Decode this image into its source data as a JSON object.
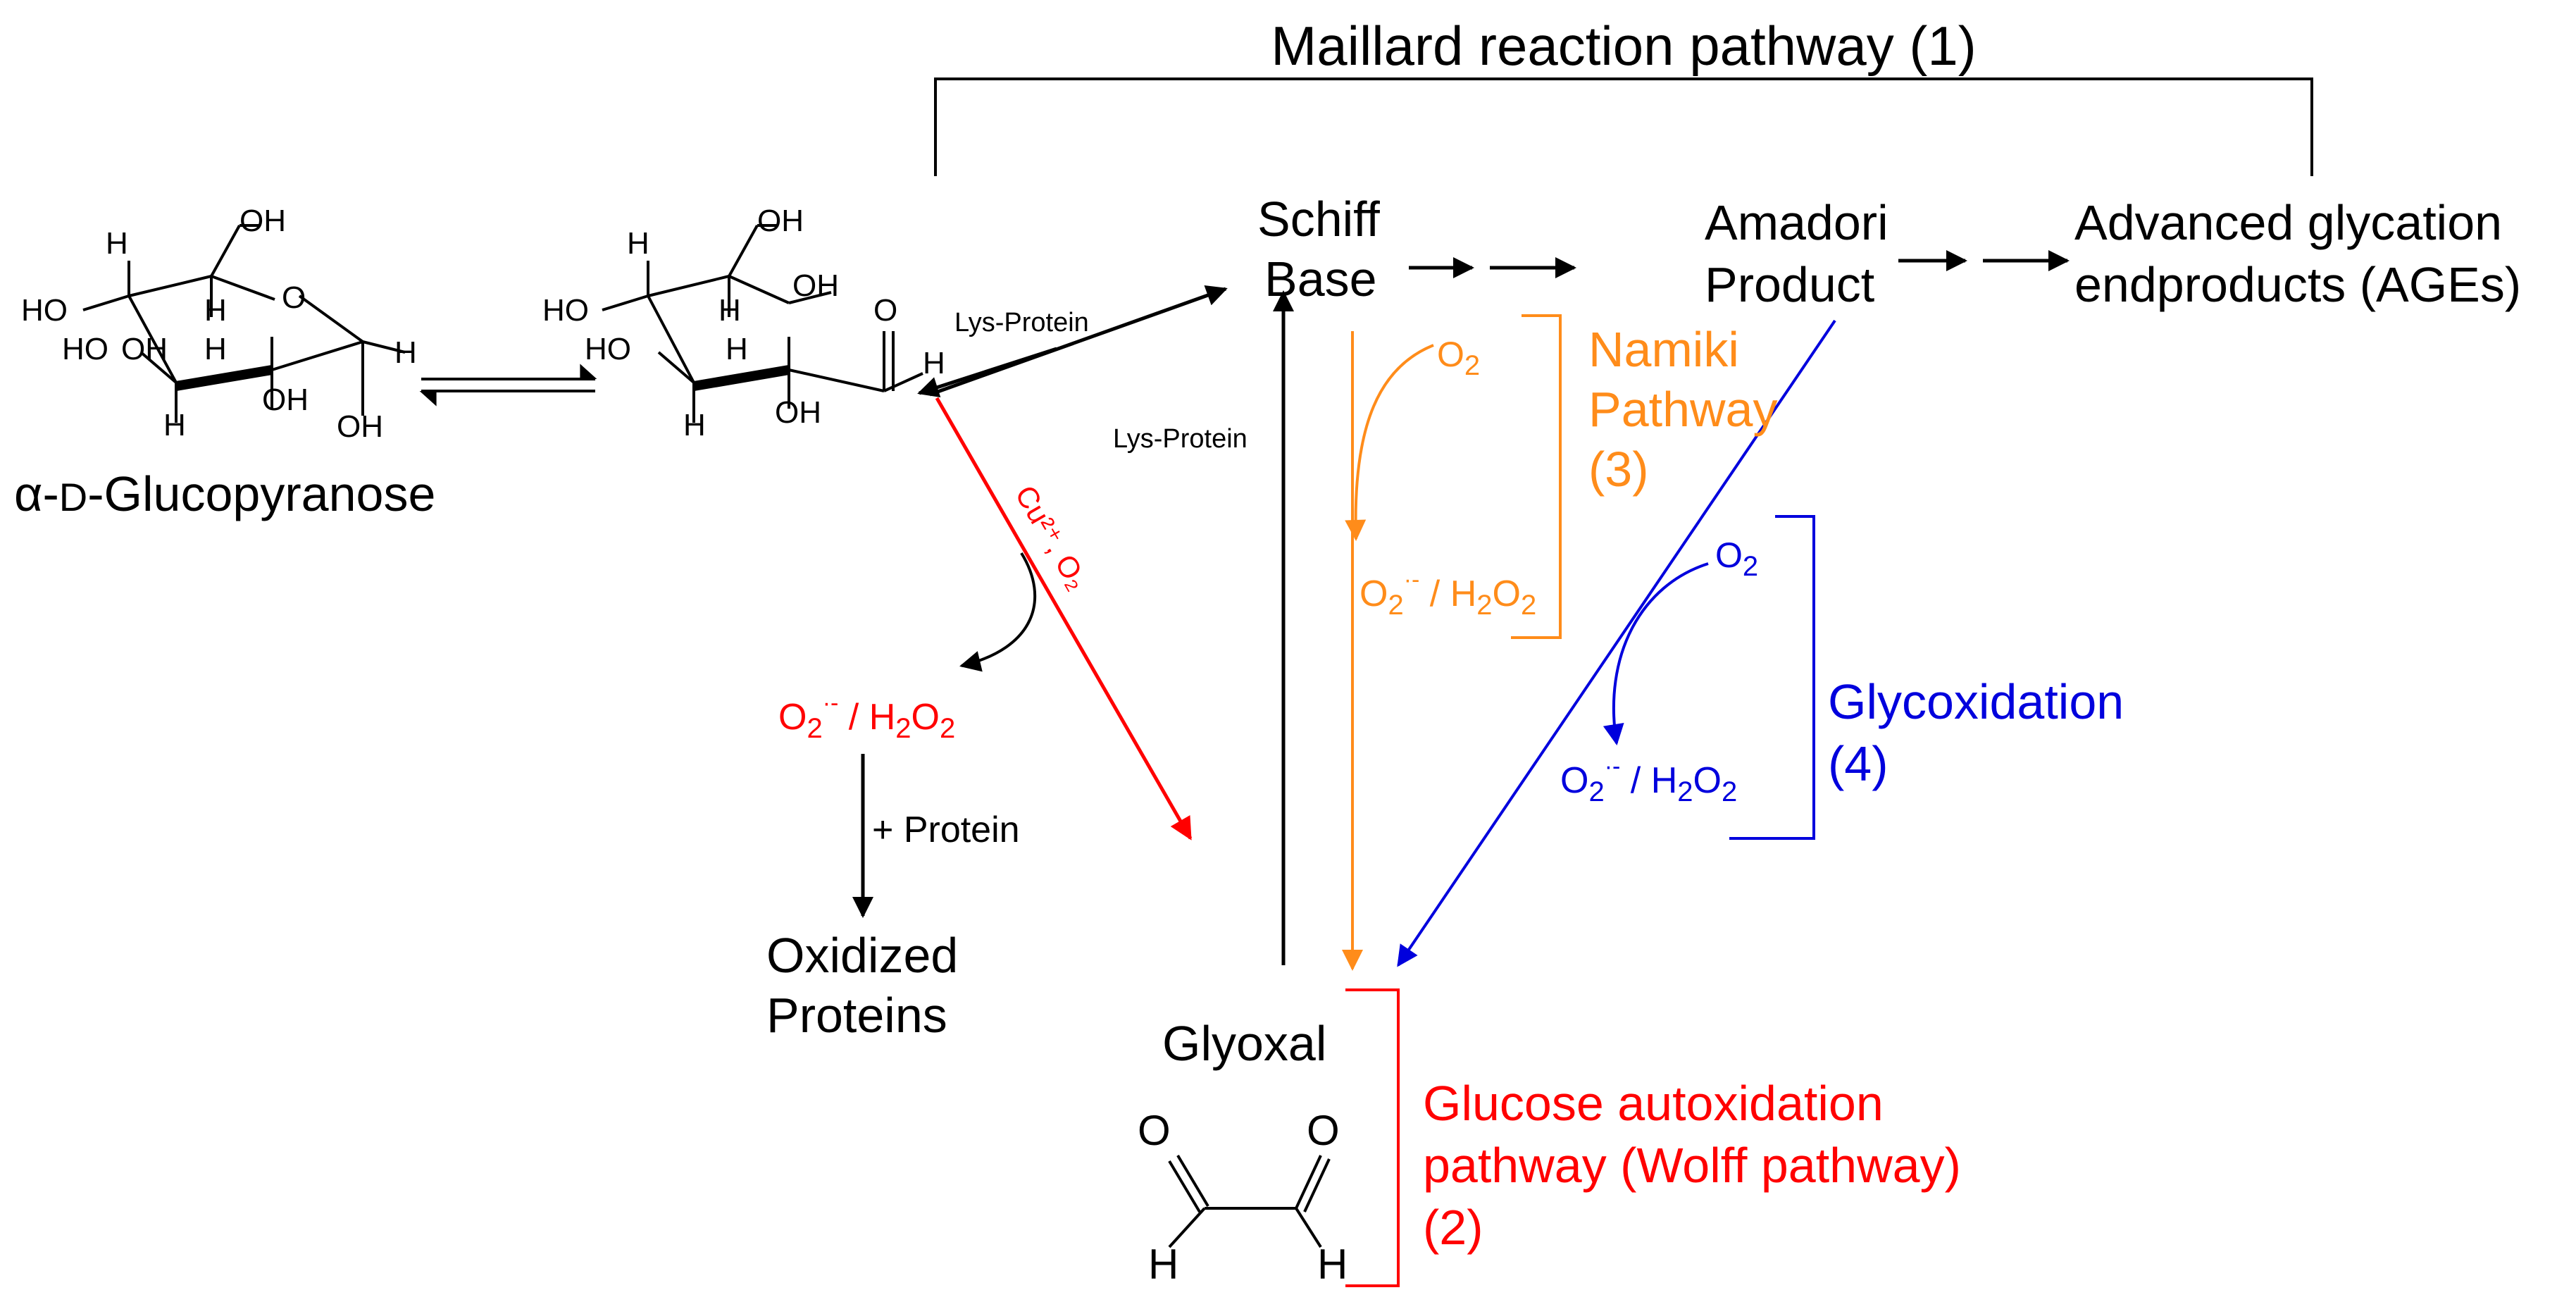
{
  "title": "Maillard reaction pathway (1)",
  "structures": {
    "pyranose_label": "α-D-Glucopyranose",
    "pyranose_prefix": "α-",
    "pyranose_d": "D",
    "pyranose_suffix": "-Glucopyranose",
    "atoms": {
      "H": "H",
      "OH": "OH",
      "HO": "HO",
      "O": "O"
    }
  },
  "nodes": {
    "schiff_base_1": "Schiff",
    "schiff_base_2": "Base",
    "amadori_1": "Amadori",
    "amadori_2": "Product",
    "ages_1": "Advanced glycation",
    "ages_2": "endproducts (AGEs)",
    "glyoxal": "Glyoxal",
    "oxidized_1": "Oxidized",
    "oxidized_2": "Proteins"
  },
  "reagents": {
    "lys_protein_top": "Lys-Protein",
    "lys_protein_left": "Lys-Protein",
    "plus_protein": "+ Protein",
    "cu_o2": "Cu²⁺, O₂",
    "o2": "O",
    "o2_sub": "2",
    "ros_sub": "2",
    "ros_sup": "·-",
    "ros_slash": " / H",
    "ros_o": "O",
    "ros_h2o2_sub": "2"
  },
  "pathways": {
    "namiki_1": "Namiki",
    "namiki_2": "Pathway",
    "namiki_3": "(3)",
    "glycox_1": "Glycoxidation",
    "glycox_2": "(4)",
    "wolff_1": "Glucose autoxidation",
    "wolff_2": "pathway (Wolff pathway)",
    "wolff_3": "(2)"
  },
  "colors": {
    "maillard": "#000000",
    "wolff": "#ff0000",
    "namiki": "#ff8c1a",
    "glycoxidation": "#0000dd"
  }
}
